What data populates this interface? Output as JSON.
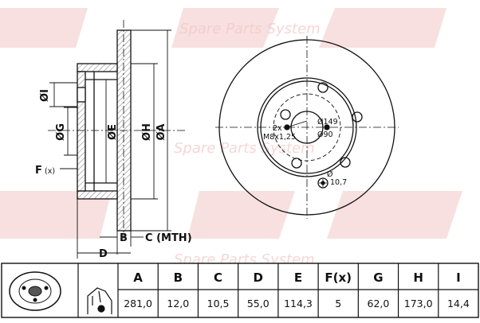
{
  "watermark": {
    "tagline_row1": "Spare  Parts  System",
    "tagline_row2": "Spare  Parts  System",
    "tagline_row3": "Spare  Parts  System",
    "brand_color": "#e8a3a3"
  },
  "side_view": {
    "labels": {
      "i": "ØI",
      "g": "ØG",
      "e": "ØE",
      "h": "ØH",
      "a": "ØA",
      "f": "F",
      "f_suffix": "(x)",
      "b": "B",
      "c": "C (MTH)",
      "d": "D"
    }
  },
  "front_view": {
    "labels": {
      "pcd": "Ø149",
      "center": "Ø90",
      "thread_qty": "2x",
      "thread": "M8x1,25",
      "hole": "Ø",
      "hole_size": "10,7"
    }
  },
  "table": {
    "headers": [
      "A",
      "B",
      "C",
      "D",
      "E",
      "F(x)",
      "G",
      "H",
      "I"
    ],
    "values": [
      "281,0",
      "12,0",
      "10,5",
      "55,0",
      "114,3",
      "5",
      "62,0",
      "173,0",
      "14,4"
    ]
  },
  "icons": [
    "brake-disc-thumbnail-icon",
    "caliper-hand-icon"
  ]
}
